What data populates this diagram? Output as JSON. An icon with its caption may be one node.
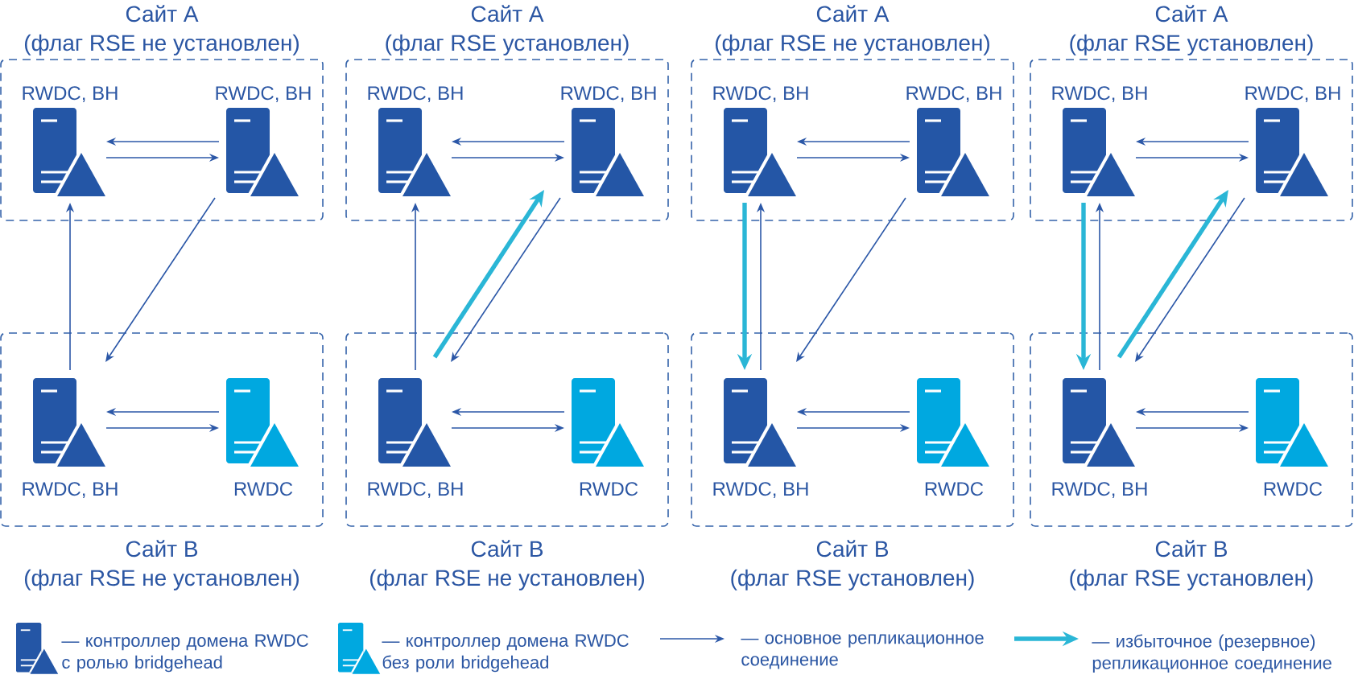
{
  "diagram": {
    "nodes": [
      {
        "text": [
          "Сайт A",
          "(флаг RSE не установлен)"
        ]
      },
      {
        "text": [
          "RWDC, BH"
        ],
        "in": 0
      },
      {
        "text": [
          "RWDC, BH"
        ],
        "in": 0
      },
      {
        "text": [
          "Сайт B",
          "(флаг RSE не установлен)"
        ]
      },
      {
        "text": [
          "RWDC, BH"
        ],
        "in": 3
      },
      {
        "text": [
          "RWDC"
        ],
        "in": 3
      },
      {
        "text": [
          "Сайт A",
          "(флаг RSE установлен)"
        ]
      },
      {
        "text": [
          "RWDC, BH"
        ],
        "in": 6
      },
      {
        "text": [
          "RWDC, BH"
        ],
        "in": 6
      },
      {
        "text": [
          "Сайт B",
          "(флаг RSE не установлен)"
        ]
      },
      {
        "text": [
          "RWDC, BH"
        ],
        "in": 9
      },
      {
        "text": [
          "RWDC"
        ],
        "in": 9
      },
      {
        "text": [
          "Сайт A",
          "(флаг RSE не установлен)"
        ]
      },
      {
        "text": [
          "RWDC, BH"
        ],
        "in": 12
      },
      {
        "text": [
          "RWDC, BH"
        ],
        "in": 12
      },
      {
        "text": [
          "Сайт B",
          "(флаг RSE установлен)"
        ]
      },
      {
        "text": [
          "RWDC, BH"
        ],
        "in": 15
      },
      {
        "text": [
          "RWDC"
        ],
        "in": 15
      },
      {
        "text": [
          "Сайт A",
          "(флаг RSE установлен)"
        ]
      },
      {
        "text": [
          "RWDC, BH"
        ],
        "in": 18
      },
      {
        "text": [
          "RWDC, BH"
        ],
        "in": 18
      },
      {
        "text": [
          "Сайт B",
          "(флаг RSE установлен)"
        ]
      },
      {
        "text": [
          "RWDC, BH"
        ],
        "in": 21
      },
      {
        "text": [
          "RWDC"
        ],
        "in": 21
      }
    ],
    "edges": [
      {
        "from": 2,
        "to": 1,
        "arrow": "to"
      },
      {
        "from": 1,
        "to": 2,
        "arrow": "to"
      },
      {
        "from": 5,
        "to": 4,
        "arrow": "to"
      },
      {
        "from": 4,
        "to": 5,
        "arrow": "to"
      },
      {
        "from": 4,
        "to": 1,
        "arrow": "to"
      },
      {
        "from": 2,
        "to": 4,
        "arrow": "to"
      },
      {
        "from": 8,
        "to": 7,
        "arrow": "to"
      },
      {
        "from": 7,
        "to": 8,
        "arrow": "to"
      },
      {
        "from": 11,
        "to": 10,
        "arrow": "to"
      },
      {
        "from": 10,
        "to": 11,
        "arrow": "to"
      },
      {
        "from": 10,
        "to": 7,
        "arrow": "to"
      },
      {
        "from": 8,
        "to": 10,
        "arrow": "to"
      },
      {
        "from": 10,
        "to": 8,
        "arrow": "to",
        "style": "thick",
        "color": "#2ab6d6"
      },
      {
        "from": 14,
        "to": 13,
        "arrow": "to"
      },
      {
        "from": 13,
        "to": 14,
        "arrow": "to"
      },
      {
        "from": 17,
        "to": 16,
        "arrow": "to"
      },
      {
        "from": 16,
        "to": 17,
        "arrow": "to"
      },
      {
        "from": 16,
        "to": 13,
        "arrow": "to"
      },
      {
        "from": 14,
        "to": 16,
        "arrow": "to"
      },
      {
        "from": 13,
        "to": 16,
        "arrow": "to",
        "style": "thick",
        "color": "#2ab6d6"
      },
      {
        "from": 20,
        "to": 19,
        "arrow": "to"
      },
      {
        "from": 19,
        "to": 20,
        "arrow": "to"
      },
      {
        "from": 23,
        "to": 22,
        "arrow": "to"
      },
      {
        "from": 22,
        "to": 23,
        "arrow": "to"
      },
      {
        "from": 22,
        "to": 19,
        "arrow": "to"
      },
      {
        "from": 20,
        "to": 22,
        "arrow": "to"
      },
      {
        "from": 19,
        "to": 22,
        "arrow": "to",
        "style": "thick",
        "color": "#2ab6d6"
      },
      {
        "from": 22,
        "to": 20,
        "arrow": "to",
        "style": "thick",
        "color": "#2ab6d6"
      }
    ],
    "legend": [
      {
        "text": "— контроллер домена RWDC с ролью bridgehead"
      },
      {
        "text": "— контроллер домена RWDC без роли bridgehead"
      },
      {
        "text": "— основное репликационное соединение"
      },
      {
        "text": "— избыточное (резервное) репликационное соединение"
      }
    ]
  }
}
